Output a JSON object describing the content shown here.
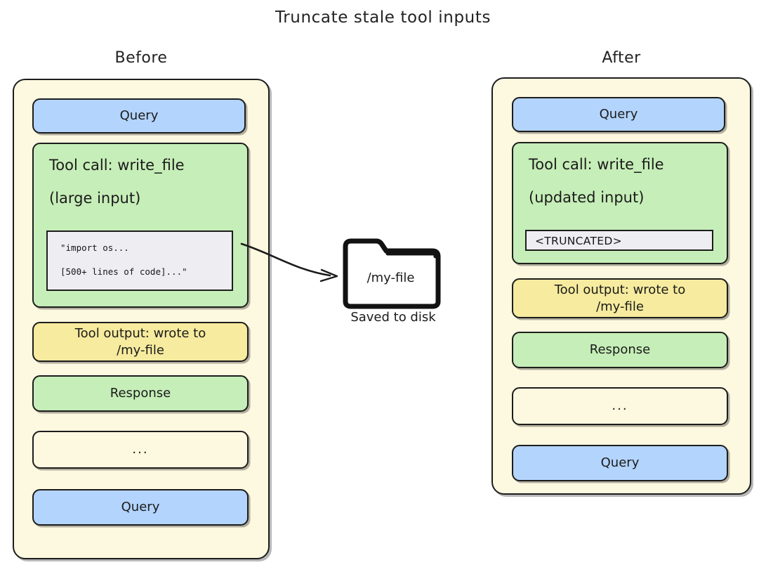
{
  "title": "Truncate stale tool inputs",
  "colors": {
    "query": "#b3d4fc",
    "response": "#c6eeb8",
    "tool_call": "#c6eeb8",
    "tool_output": "#f6eb9e",
    "context": "#fdf8e0",
    "code_panel": "#eeeef2",
    "stroke": "#1d1d1d"
  },
  "columns": {
    "before": {
      "heading": "Before",
      "blocks": [
        {
          "kind": "query",
          "label": "Query"
        },
        {
          "kind": "tool_call",
          "line1": "Tool call: write_file",
          "line2": "(large input)",
          "code": [
            "\"import os...",
            "[500+ lines of code]...\""
          ]
        },
        {
          "kind": "tool_output",
          "label": "Tool output: wrote to\n/my-file"
        },
        {
          "kind": "response",
          "label": "Response"
        },
        {
          "kind": "ellipsis",
          "label": "..."
        },
        {
          "kind": "query",
          "label": "Query"
        }
      ]
    },
    "after": {
      "heading": "After",
      "blocks": [
        {
          "kind": "query",
          "label": "Query"
        },
        {
          "kind": "tool_call",
          "line1": "Tool call: write_file",
          "line2": "(updated input)",
          "truncated": "<TRUNCATED>"
        },
        {
          "kind": "tool_output",
          "label": "Tool output: wrote to\n/my-file"
        },
        {
          "kind": "response",
          "label": "Response"
        },
        {
          "kind": "ellipsis",
          "label": "..."
        },
        {
          "kind": "query",
          "label": "Query"
        }
      ]
    }
  },
  "folder": {
    "name": "/my-file",
    "caption": "Saved to disk"
  }
}
